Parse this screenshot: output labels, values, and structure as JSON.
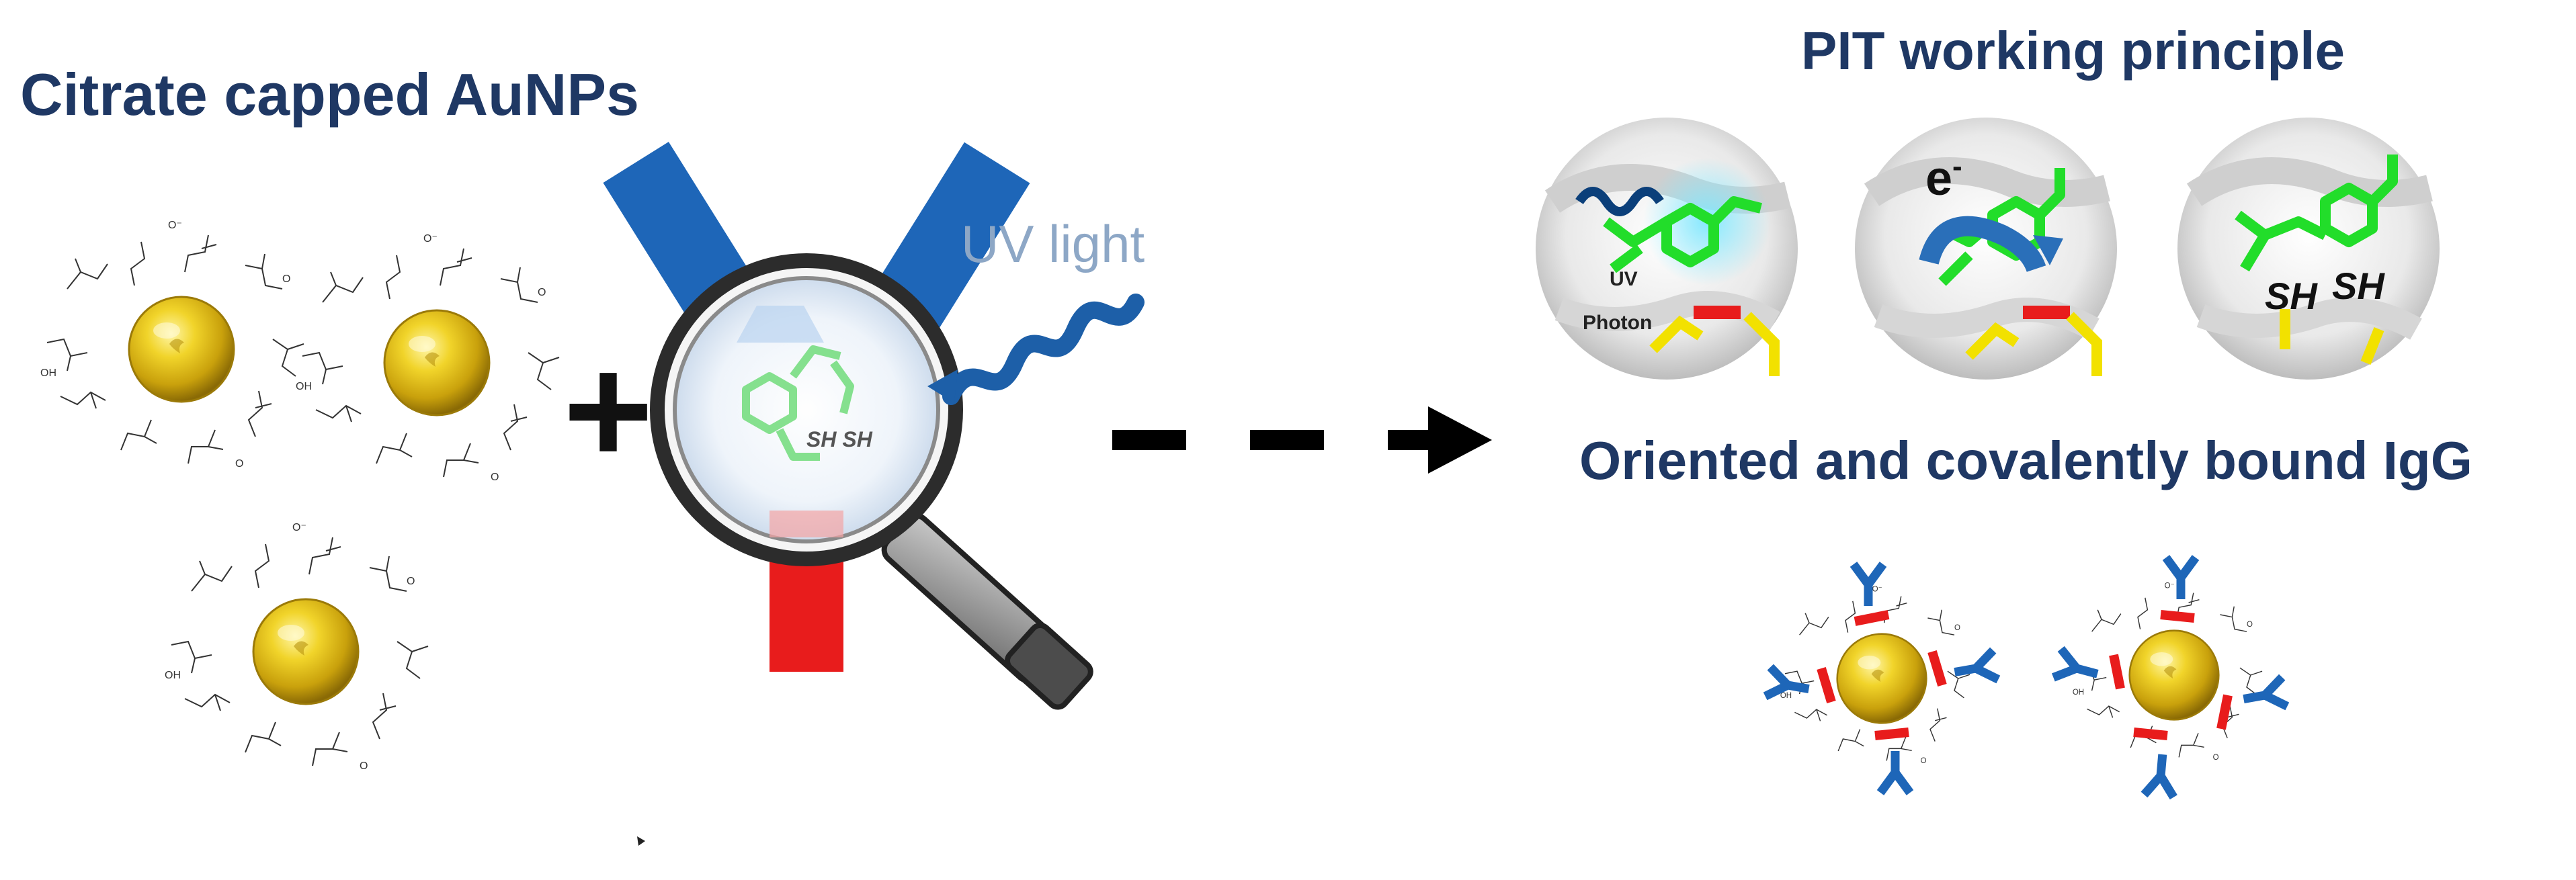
{
  "left_panel": {
    "title": "Citrate capped AuNPs",
    "plus_sign": "+"
  },
  "center_panel": {
    "uv_label": "UV light",
    "lens_label": "SH SH"
  },
  "right_panel": {
    "pit_title": "PIT working principle",
    "step1": {
      "uv_label": "UV",
      "photon_label": "Photon"
    },
    "step2": {
      "electron_label": "e",
      "electron_sup": "-"
    },
    "step3": {
      "sh1": "SH",
      "sh2": "SH"
    },
    "bound_title": "Oriented and covalently bound IgG"
  },
  "colors": {
    "heading": "#1f3864",
    "antibody_blue": "#1e66b8",
    "antibody_red": "#e81c1c",
    "gold": "#e2c21a",
    "uv_wave": "#1d5fa8",
    "uv_text": "#8da7c6",
    "disulfide_yellow": "#f2e100",
    "tryptophan_green": "#22dd2a"
  }
}
